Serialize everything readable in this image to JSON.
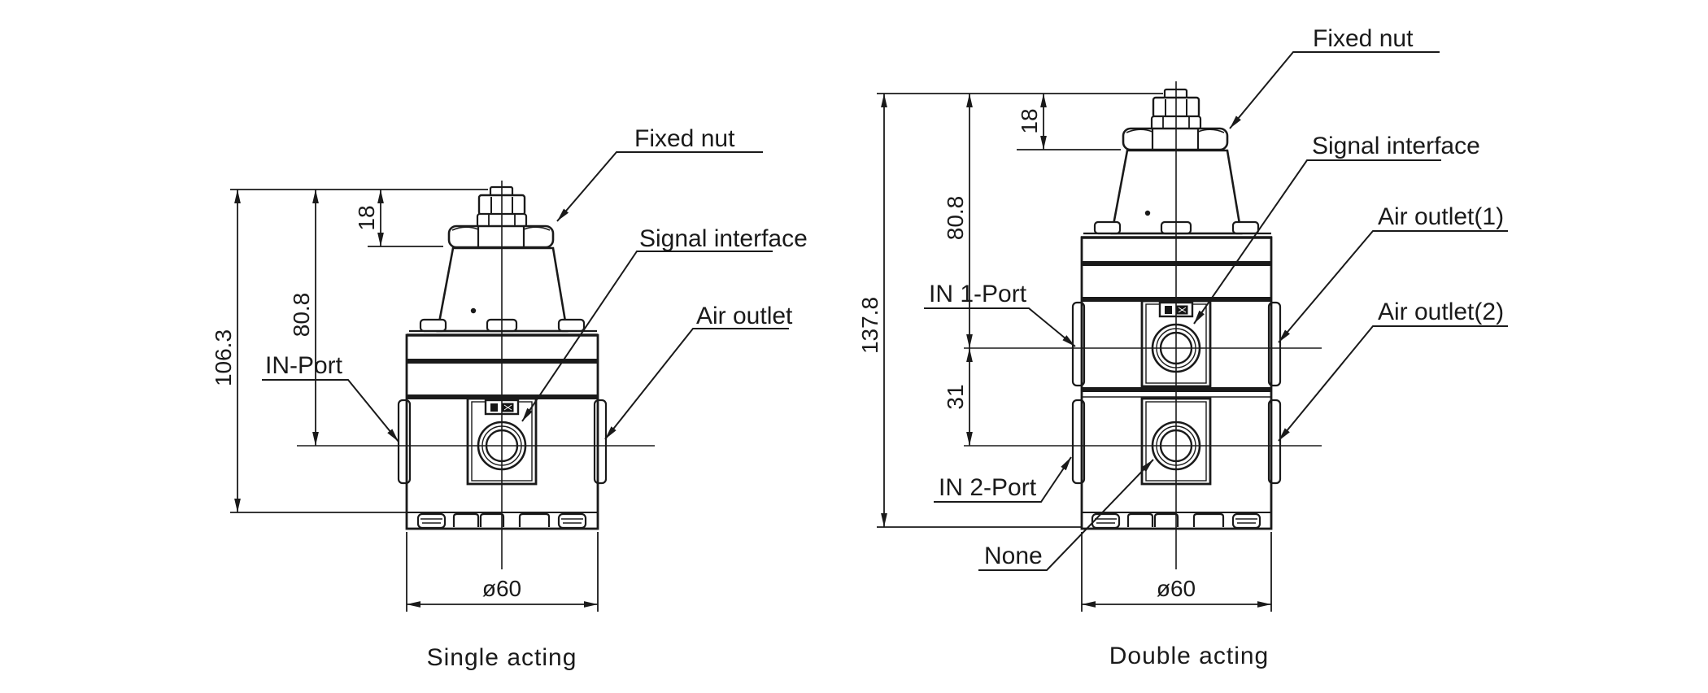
{
  "page": {
    "background": "#ffffff",
    "ink": "#1a1a1a"
  },
  "figures": [
    {
      "caption": "Single acting",
      "labels": {
        "fixed_nut": "Fixed nut",
        "signal_interface": "Signal interface",
        "air_outlet": "Air outlet",
        "in_port": "IN-Port"
      },
      "dims": {
        "overall_height": "106.3",
        "to_port_center": "80.8",
        "fixed_nut_height": "18",
        "diameter": "ø60"
      }
    },
    {
      "caption": "Double acting",
      "labels": {
        "fixed_nut": "Fixed nut",
        "signal_interface": "Signal interface",
        "air_outlet_1": "Air outlet(1)",
        "air_outlet_2": "Air outlet(2)",
        "in_1_port": "IN 1-Port",
        "in_2_port": "IN 2-Port",
        "none": "None"
      },
      "dims": {
        "overall_height": "137.8",
        "to_port1_center": "80.8",
        "fixed_nut_height": "18",
        "port_spacing": "31",
        "diameter": "ø60"
      }
    }
  ]
}
